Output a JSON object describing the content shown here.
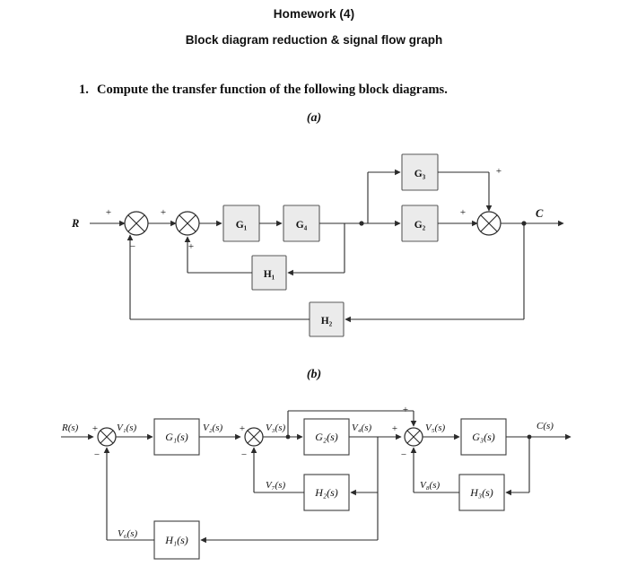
{
  "header": {
    "title": "Homework (4)",
    "subtitle": "Block diagram reduction & signal flow graph"
  },
  "question": {
    "number": "1.",
    "text": "Compute the transfer function of the following block diagrams."
  },
  "part_labels": {
    "a": "(a)",
    "b": "(b)"
  },
  "diagram_a": {
    "input_label": "R",
    "output_label": "C",
    "blocks": [
      {
        "name": "G1",
        "label": "G₁"
      },
      {
        "name": "G4",
        "label": "G₄"
      },
      {
        "name": "G3",
        "label": "G₃"
      },
      {
        "name": "G2",
        "label": "G₂"
      },
      {
        "name": "H1",
        "label": "H₁"
      },
      {
        "name": "H2",
        "label": "H₂"
      }
    ],
    "sum_signs": {
      "s1_in": "+",
      "s1_fb": "−",
      "s2_in": "+",
      "s2_fb": "+",
      "s3_left": "+",
      "s3_top": "+"
    }
  },
  "diagram_b": {
    "input_label": "R(s)",
    "output_label": "C(s)",
    "signals": [
      "V₁(s)",
      "V₂(s)",
      "V₃(s)",
      "V₄(s)",
      "V₅(s)",
      "V₆(s)",
      "V₇(s)",
      "V₈(s)"
    ],
    "blocks": [
      {
        "name": "G1",
        "label": "G₁(s)"
      },
      {
        "name": "G2",
        "label": "G₂(s)"
      },
      {
        "name": "G3",
        "label": "G₃(s)"
      },
      {
        "name": "H1",
        "label": "H₁(s)"
      },
      {
        "name": "H2",
        "label": "H₂(s)"
      },
      {
        "name": "H3",
        "label": "H₃(s)"
      }
    ],
    "sum_signs": {
      "s1_plus": "+",
      "s1_minus": "−",
      "s2_plus": "+",
      "s2_minus": "−",
      "s3_plus_top": "+",
      "s3_plus_left": "+",
      "s3_minus": "−"
    }
  },
  "colors": {
    "block_fill_a": "#ebebeb",
    "block_fill_b": "#ffffff",
    "wire": "#2b2b2b",
    "text": "#111111"
  }
}
